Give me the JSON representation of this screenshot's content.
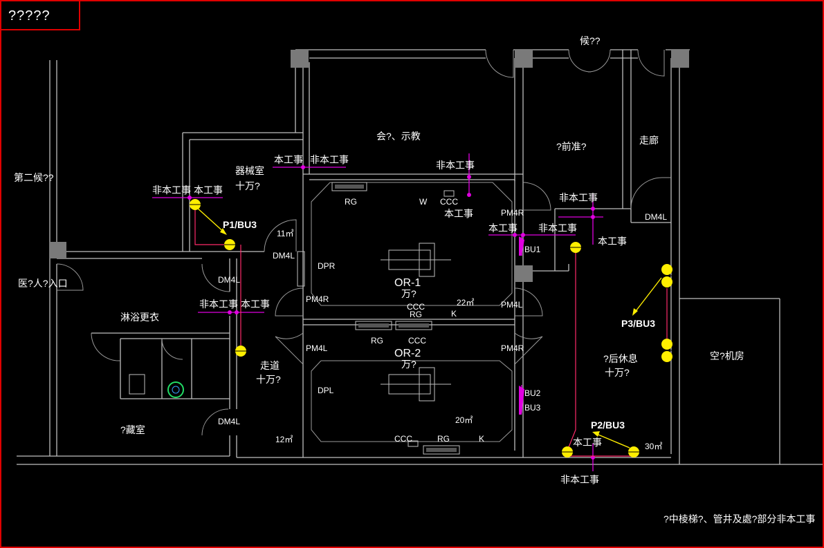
{
  "title": "?????",
  "note": "?中棱梯?、管井及處?部分非本工事",
  "rooms": {
    "waiting2": "第二候??",
    "equipment": "器械室",
    "equipment_class": "十万?",
    "meeting": "会?、示教",
    "prep": "?前准?",
    "corridor_r": "走廊",
    "waiting_top": "候??",
    "entrance": "医?人?入口",
    "shower": "淋浴更衣",
    "storage": "?藏室",
    "aisle": "走道",
    "aisle_class": "十万?",
    "or1": "OR-1",
    "or1_class": "万?",
    "or1_area": "22㎡",
    "or2": "OR-2",
    "or2_class": "万?",
    "or2_area": "20㎡",
    "rest": "?后休息",
    "rest_class": "十万?",
    "ac_room": "空?机房",
    "area_11": "11㎡",
    "area_12": "12㎡",
    "area_30": "30㎡"
  },
  "equipment_labels": {
    "rg": "RG",
    "w": "W",
    "ccc": "CCC",
    "k": "K",
    "pm4r": "PM4R",
    "pm4l": "PM4L",
    "dm4l": "DM4L",
    "dpr": "DPR",
    "dpl": "DPL",
    "bu1": "BU1",
    "bu2": "BU2",
    "bu3": "BU3"
  },
  "scope": {
    "in": "本工事",
    "out": "非本工事"
  },
  "units": {
    "p1": "P1/BU3",
    "p2": "P2/BU3",
    "p3": "P3/BU3"
  },
  "colors": {
    "frame": "#e00000",
    "wall": "#bfbfbf",
    "scope_line": "#e000e0",
    "unit": "#ffee00",
    "duct": "#ff2a6a"
  }
}
